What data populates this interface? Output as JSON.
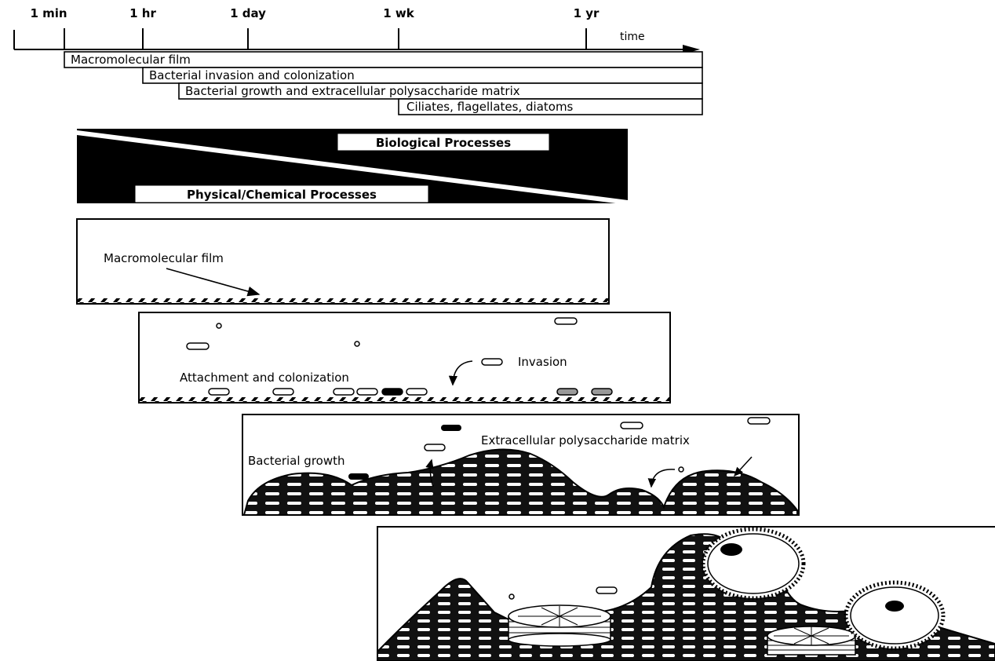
{
  "timeline": {
    "ticks": [
      "1 min",
      "1 hr",
      "1 day",
      "1 wk",
      "1 yr"
    ],
    "axis_label": "time",
    "phases": [
      "Macromolecular film",
      "Bacterial invasion and colonization",
      "Bacterial growth and extracellular polysaccharide matrix",
      "Ciliates, flagellates, diatoms"
    ]
  },
  "processes": {
    "biological": "Biological Processes",
    "physical_chemical": "Physical/Chemical Processes"
  },
  "panels": {
    "film": {
      "label": "Macromolecular film"
    },
    "attachment": {
      "label_left": "Attachment and colonization",
      "label_right": "Invasion"
    },
    "growth": {
      "label_left": "Bacterial growth",
      "label_right": "Extracellular polysaccharide matrix"
    }
  }
}
